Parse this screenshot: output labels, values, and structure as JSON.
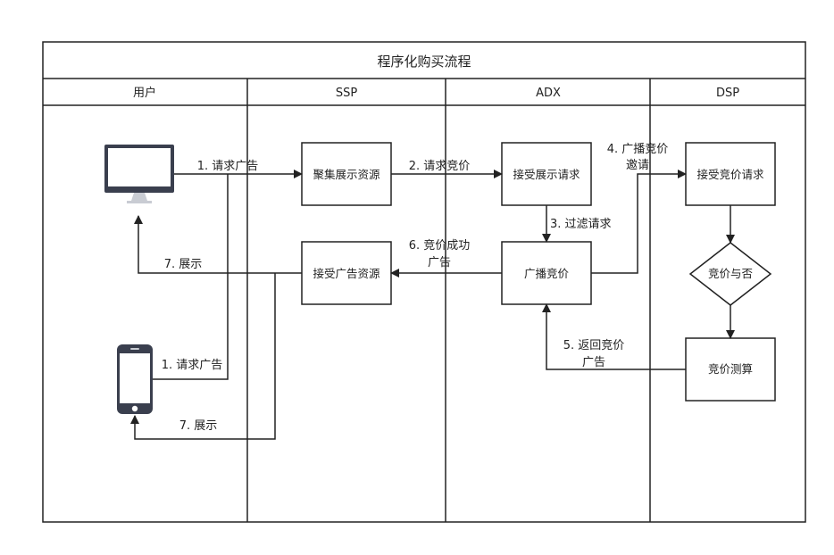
{
  "title": "程序化购买流程",
  "lanes": {
    "user": "用户",
    "ssp": "SSP",
    "adx": "ADX",
    "dsp": "DSP"
  },
  "nodes": {
    "aggregate_display_resources": "聚集展示资源",
    "accept_display_request": "接受展示请求",
    "accept_bid_request": "接受竞价请求",
    "broadcast_bidding": "广播竞价",
    "accept_ad_resources": "接受广告资源",
    "bid_or_not": "竞价与否",
    "bid_calculation": "竞价测算"
  },
  "edges": {
    "request_ad_desktop": "1. 请求广告",
    "request_bid": "2. 请求竞价",
    "filter_request": "3. 过滤请求",
    "broadcast_invite_line1": "4. 广播竞价",
    "broadcast_invite_line2": "邀请",
    "return_bid_line1": "5. 返回竞价",
    "return_bid_line2": "广告",
    "bid_success_line1": "6. 竞价成功",
    "bid_success_line2": "广告",
    "display_desktop": "7. 展示",
    "request_ad_mobile": "1. 请求广告",
    "display_mobile": "7. 展示"
  },
  "icons": {
    "desktop": "desktop-monitor-icon",
    "mobile": "mobile-phone-icon"
  },
  "colors": {
    "line": "#222222",
    "monitor_frame": "#3a3f4e",
    "monitor_screen": "#ffffff",
    "stand": "#c9ccd3"
  }
}
